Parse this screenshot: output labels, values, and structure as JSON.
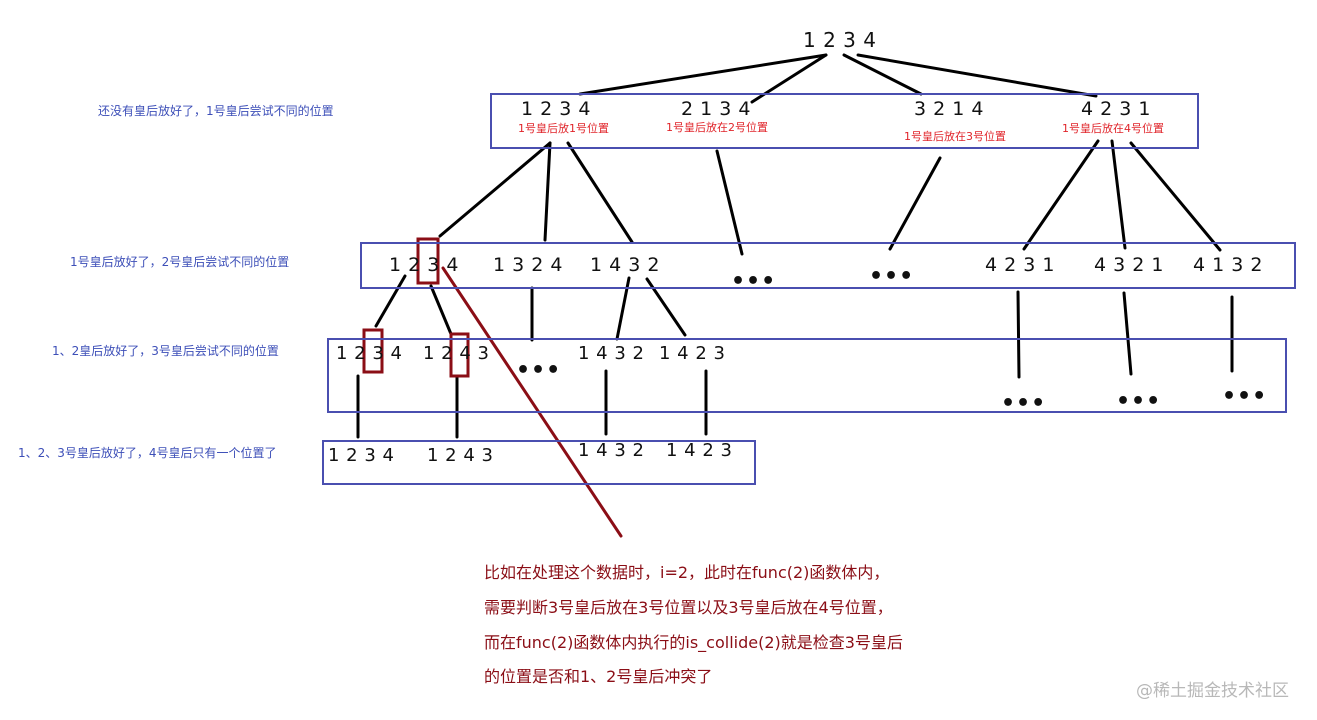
{
  "root": "1 2 3 4",
  "row_labels": {
    "level1": "还没有皇后放好了，1号皇后尝试不同的位置",
    "level2": "1号皇后放好了，2号皇后尝试不同的位置",
    "level3": "1、2皇后放好了，3号皇后尝试不同的位置",
    "level4": "1、2、3号皇后放好了，4号皇后只有一个位置了"
  },
  "level1": [
    {
      "perm": "1 2 3 4",
      "note": "1号皇后放1号位置"
    },
    {
      "perm": "2 1 3 4",
      "note": "1号皇后放在2号位置"
    },
    {
      "perm": "3 2 1 4",
      "note": "1号皇后放在3号位置"
    },
    {
      "perm": "4 2 3 1",
      "note": "1号皇后放在4号位置"
    }
  ],
  "level2": [
    "1 2 3 4",
    "1 3 2 4",
    "1 4 3 2",
    "4 2 3 1",
    "4 3 2 1",
    "4 1 3 2"
  ],
  "level3": [
    "1 2 3 4",
    "1 2 4 3",
    "1 4 3 2",
    "1 4 2 3"
  ],
  "level4": [
    "1 2 3 4",
    "1 2 4 3",
    "1 4 3 2",
    "1 4 2 3"
  ],
  "ellipsis": "•••",
  "annotation": [
    "比如在处理这个数据时，i=2，此时在func(2)函数体内，",
    "需要判断3号皇后放在3号位置以及3号皇后放在4号位置，",
    "而在func(2)函数体内执行的is_collide(2)就是检查3号皇后",
    "的位置是否和1、2号皇后冲突了"
  ],
  "watermark": "@稀土掘金技术社区",
  "colors": {
    "box_border": "#4a4fb0",
    "row_label": "#3d4fb8",
    "queen_note": "#e0242a",
    "highlight": "#8b0e16",
    "annotation": "#8b0e16",
    "edge": "#000000"
  }
}
